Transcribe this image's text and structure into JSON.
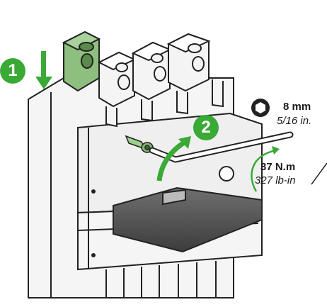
{
  "steps": {
    "step1": "1",
    "step2": "2"
  },
  "tool": {
    "icon": "hex-key-icon",
    "size_mm": "8 mm",
    "size_in": "5/16 in."
  },
  "torque": {
    "nm": "37 N.m",
    "lbin": "327 lb-in"
  },
  "colors": {
    "accent_green": "#3aa935",
    "terminal_green": "#8fbf7f",
    "body_gray": "#f4f4f4",
    "outline": "#222222"
  }
}
